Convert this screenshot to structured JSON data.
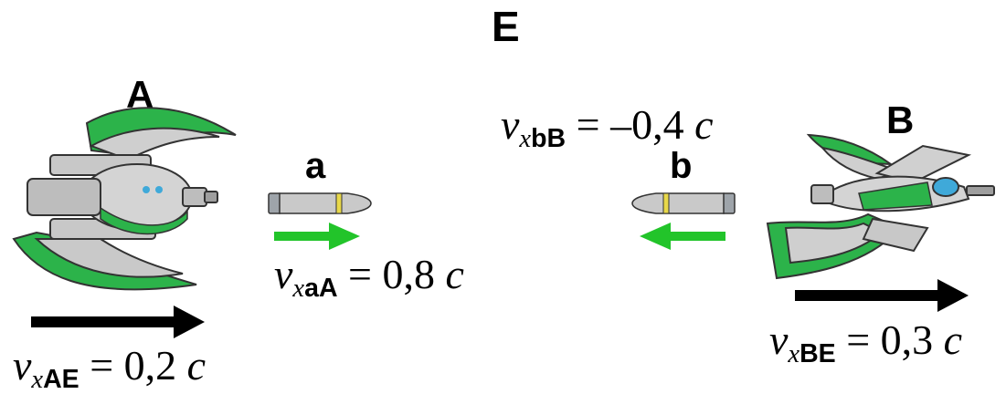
{
  "frame_label": "E",
  "ships": {
    "A": {
      "label": "A",
      "velocity": {
        "subscript": "AE",
        "value": "0,2",
        "unit": "c"
      }
    },
    "B": {
      "label": "B",
      "velocity": {
        "subscript": "BE",
        "value": "0,3",
        "unit": "c"
      }
    }
  },
  "projectiles": {
    "a": {
      "label": "a",
      "velocity": {
        "subscript": "aA",
        "value": "0,8",
        "unit": "c"
      }
    },
    "b": {
      "label": "b",
      "velocity": {
        "subscript": "bB",
        "value": "–0,4",
        "unit": "c"
      }
    }
  },
  "symbols": {
    "v": "v",
    "x": "x",
    "equals": "="
  },
  "colors": {
    "green": "#22c42a",
    "black": "#000000"
  }
}
